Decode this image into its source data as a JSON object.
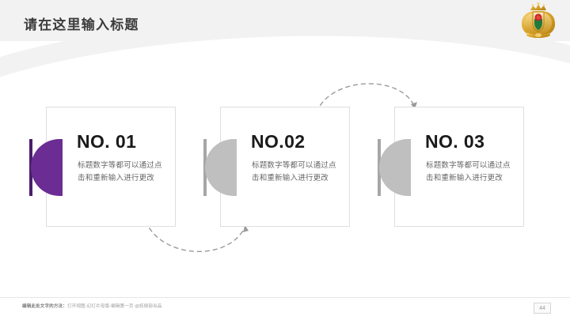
{
  "slide": {
    "title": "请在这里输入标题",
    "emblem_icon": "heraldic-crest-icon"
  },
  "cards": [
    {
      "number": "NO. 01",
      "description": "标题数字等都可以通过点击和重新输入进行更改",
      "accent_color": "#6B2C94",
      "bar_color": "#4B1E6B",
      "shape_icon": "half-disc-icon"
    },
    {
      "number": "NO.02",
      "description": "标题数字等都可以通过点击和重新输入进行更改",
      "accent_color": "#BFBFBF",
      "bar_color": "#A6A6A6",
      "shape_icon": "half-disc-icon"
    },
    {
      "number": "NO. 03",
      "description": "标题数字等都可以通过点击和重新输入进行更改",
      "accent_color": "#BFBFBF",
      "bar_color": "#A6A6A6",
      "shape_icon": "half-disc-icon"
    }
  ],
  "connectors": [
    {
      "icon": "dashed-curved-arrow-down-icon",
      "from": "NO. 01",
      "to": "NO.02"
    },
    {
      "icon": "dashed-curved-arrow-up-icon",
      "from": "NO.02",
      "to": "NO. 03"
    }
  ],
  "footer": {
    "note_label": "编辑此处文字的方法：",
    "note_text": "打开视图-幻灯片母版-编辑第一页 @妖娆部出品",
    "page_number": "44"
  }
}
